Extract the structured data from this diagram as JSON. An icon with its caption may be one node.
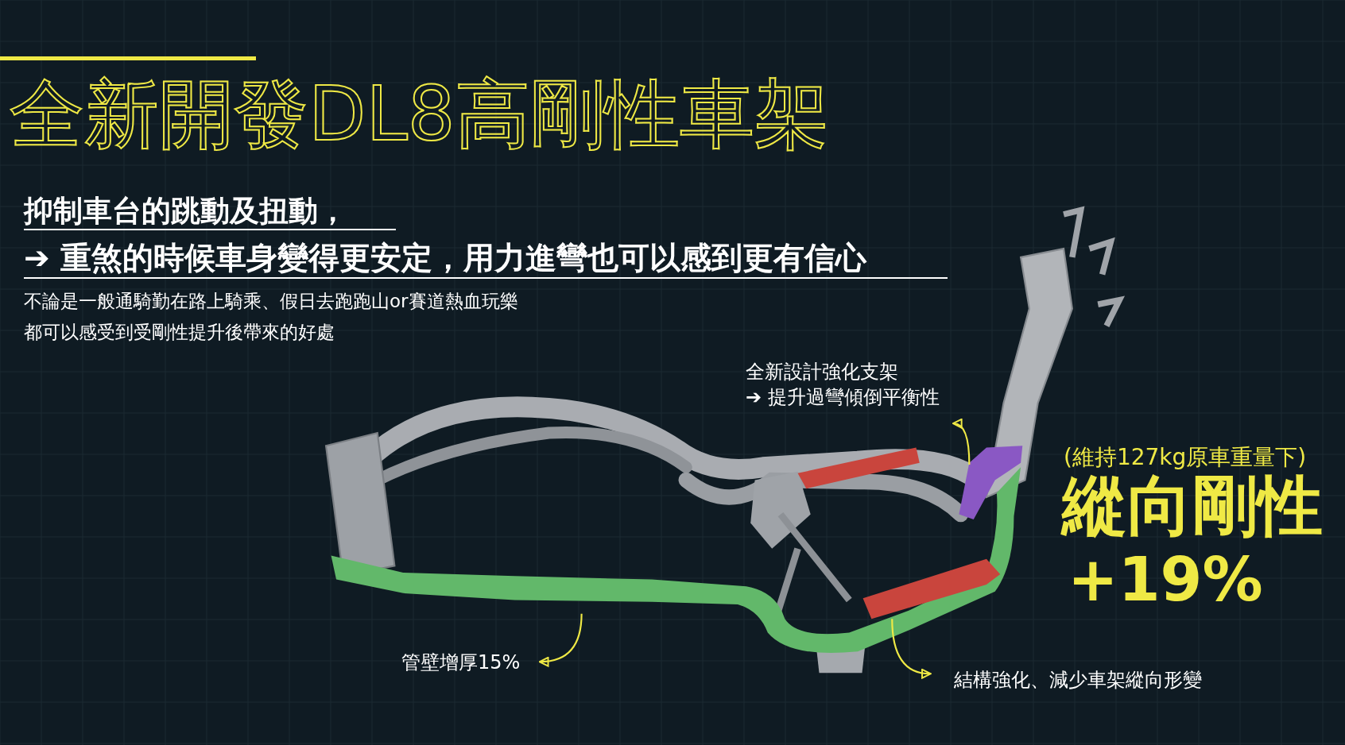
{
  "diagram": {
    "title": "全新開發DL8高剛性車架",
    "nodes": [
      {
        "text": [
          "全新設計強化支架",
          "➔ 提升過彎傾倒平衡性"
        ]
      },
      {
        "text": [],
        "shape": "bar"
      },
      {
        "text": [],
        "shape": "bar"
      },
      {
        "text": [
          "管壁增厚15%"
        ]
      },
      {
        "text": [],
        "shape": "bar"
      },
      {
        "text": [
          "結構強化、減少車架縱向形變"
        ]
      }
    ],
    "edges": [
      {
        "from": 1,
        "to": 0,
        "arrow": "to"
      },
      {
        "from": 2,
        "to": 3,
        "arrow": "to"
      },
      {
        "from": 4,
        "to": 5,
        "arrow": "to"
      }
    ],
    "labels": [
      "抑制車台的跳動及扭動，",
      "➔ 重煞的時候車身變得更安定，用力進彎也可以感到更有信心",
      "不論是一般通騎勤在路上騎乘、假日去跑跑山or賽道熱血玩樂",
      "都可以感受到受剛性提升後帶來的好處",
      "(維持127kg原車重量下)",
      "縱向剛性",
      "+19%"
    ]
  }
}
